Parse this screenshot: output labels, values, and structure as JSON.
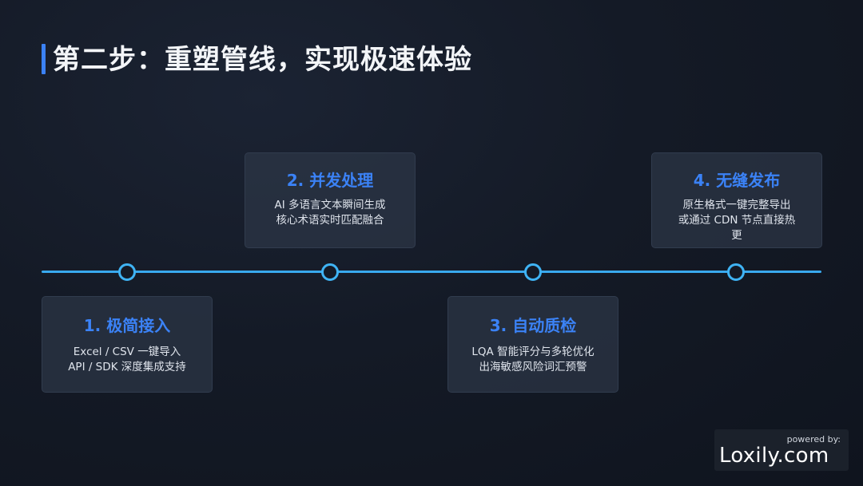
{
  "title": "第二步：重塑管线，实现极速体验",
  "steps": [
    {
      "title": "1. 极简接入",
      "lines": [
        "Excel / CSV 一键导入",
        "API / SDK 深度集成支持"
      ]
    },
    {
      "title": "2. 并发处理",
      "lines": [
        "AI 多语言文本瞬间生成",
        "核心术语实时匹配融合"
      ]
    },
    {
      "title": "3. 自动质检",
      "lines": [
        "LQA 智能评分与多轮优化",
        "出海敏感风险词汇预警"
      ]
    },
    {
      "title": "4. 无缝发布",
      "lines": [
        "原生格式一键完整导出",
        "或通过 CDN 节点直接热",
        "更"
      ]
    }
  ],
  "badge": {
    "tagline": "powered by:",
    "logo": "Loxily.com"
  },
  "colors": {
    "accent": "#3b82f6",
    "timeline": "#39a9ee",
    "title_text": "#f3f5f8",
    "card_bg": "#2c3647",
    "background": "#141a26"
  }
}
